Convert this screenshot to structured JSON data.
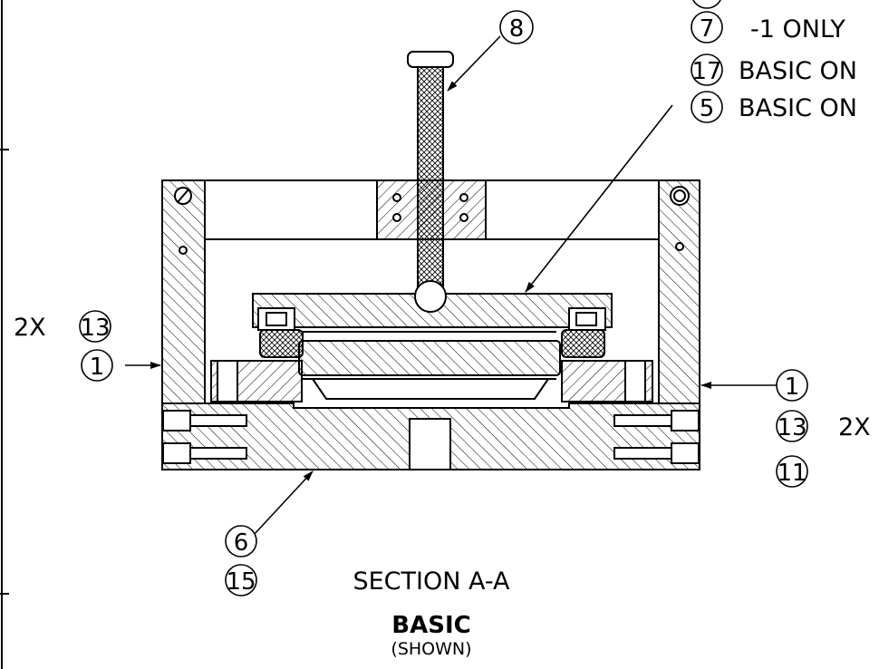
{
  "balloons": {
    "b8": "8",
    "b7": "7",
    "b17": "17",
    "b5": "5",
    "b13_left": "13",
    "b1_left": "1",
    "b1_right": "1",
    "b13_right": "13",
    "b11": "11",
    "b6": "6",
    "b15": "15"
  },
  "notes": {
    "item7": "-1 ONLY",
    "item17": "BASIC ON",
    "item5": "BASIC ON",
    "qty_left": "2X",
    "qty_right": "2X"
  },
  "caption": {
    "section": "SECTION A-A",
    "variant": "BASIC",
    "status": "(SHOWN)"
  }
}
